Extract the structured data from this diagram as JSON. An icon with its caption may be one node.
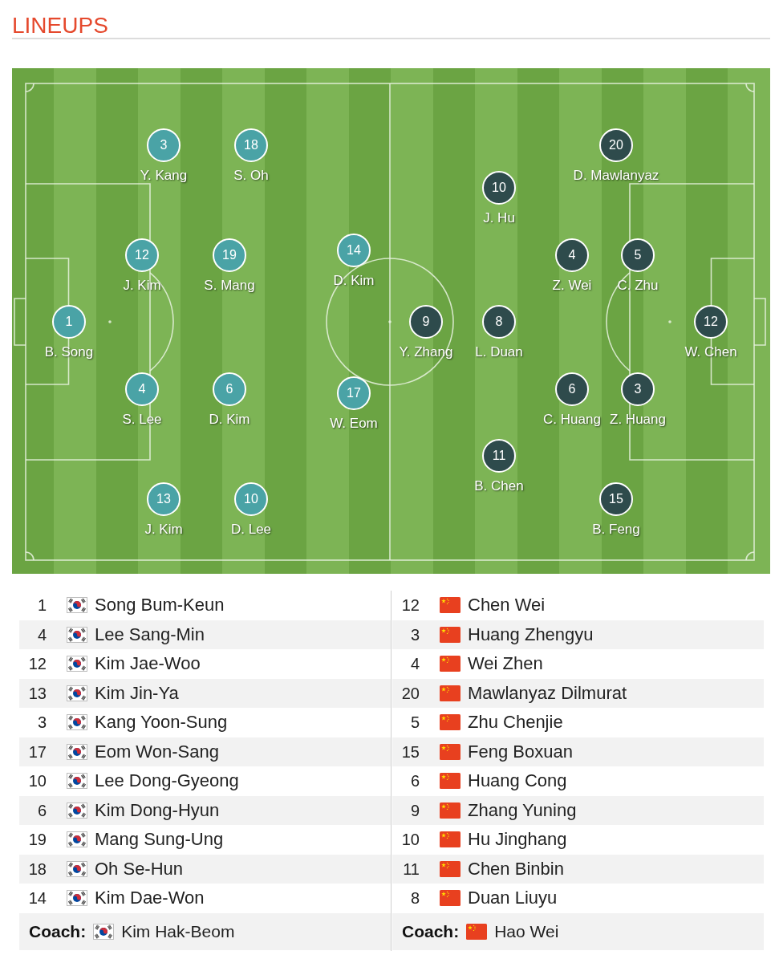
{
  "diagram": {
    "title": "LINEUPS",
    "nodes": [
      {
        "text": [
          "3"
        ],
        "beside": [
          "Y. Kang"
        ]
      },
      {
        "text": [
          "18"
        ],
        "beside": [
          "S. Oh"
        ]
      },
      {
        "text": [
          "12"
        ],
        "beside": [
          "J. Kim"
        ]
      },
      {
        "text": [
          "19"
        ],
        "beside": [
          "S. Mang"
        ]
      },
      {
        "text": [
          "14"
        ],
        "beside": [
          "D. Kim"
        ]
      },
      {
        "text": [
          "1"
        ],
        "beside": [
          "B. Song"
        ]
      },
      {
        "text": [
          "4"
        ],
        "beside": [
          "S. Lee"
        ]
      },
      {
        "text": [
          "6"
        ],
        "beside": [
          "D. Kim"
        ]
      },
      {
        "text": [
          "17"
        ],
        "beside": [
          "W. Eom"
        ]
      },
      {
        "text": [
          "13"
        ],
        "beside": [
          "J. Kim"
        ]
      },
      {
        "text": [
          "10"
        ],
        "beside": [
          "D. Lee"
        ]
      },
      {
        "text": [
          "20"
        ],
        "beside": [
          "D. Mawlanyaz"
        ]
      },
      {
        "text": [
          "10"
        ],
        "beside": [
          "J. Hu"
        ]
      },
      {
        "text": [
          "4"
        ],
        "beside": [
          "Z. Wei"
        ]
      },
      {
        "text": [
          "5"
        ],
        "beside": [
          "C. Zhu"
        ]
      },
      {
        "text": [
          "9"
        ],
        "beside": [
          "Y. Zhang"
        ]
      },
      {
        "text": [
          "8"
        ],
        "beside": [
          "L. Duan"
        ]
      },
      {
        "text": [
          "12"
        ],
        "beside": [
          "W. Chen"
        ]
      },
      {
        "text": [
          "6"
        ],
        "beside": [
          "C. Huang"
        ]
      },
      {
        "text": [
          "3"
        ],
        "beside": [
          "Z. Huang"
        ]
      },
      {
        "text": [
          "11"
        ],
        "beside": [
          "B. Chen"
        ]
      },
      {
        "text": [
          "15"
        ],
        "beside": [
          "B. Feng"
        ]
      }
    ],
    "labels": [
      "1",
      "Song Bum-Keun",
      "4",
      "Lee Sang-Min",
      "12",
      "Kim Jae-Woo",
      "13",
      "Kim Jin-Ya",
      "3",
      "Kang Yoon-Sung",
      "17",
      "Eom Won-Sang",
      "10",
      "Lee Dong-Gyeong",
      "6",
      "Kim Dong-Hyun",
      "19",
      "Mang Sung-Ung",
      "18",
      "Oh Se-Hun",
      "14",
      "Kim Dae-Won",
      "Coach:",
      "Kim Hak-Beom",
      "12",
      "Chen Wei",
      "3",
      "Huang Zhengyu",
      "4",
      "Wei Zhen",
      "20",
      "Mawlanyaz Dilmurat",
      "5",
      "Zhu Chenjie",
      "15",
      "Feng Boxuan",
      "6",
      "Huang Cong",
      "9",
      "Zhang Yuning",
      "10",
      "Hu Jinghang",
      "11",
      "Chen Binbin",
      "8",
      "Duan Liuyu",
      "Coach:",
      "Hao Wei"
    ]
  }
}
